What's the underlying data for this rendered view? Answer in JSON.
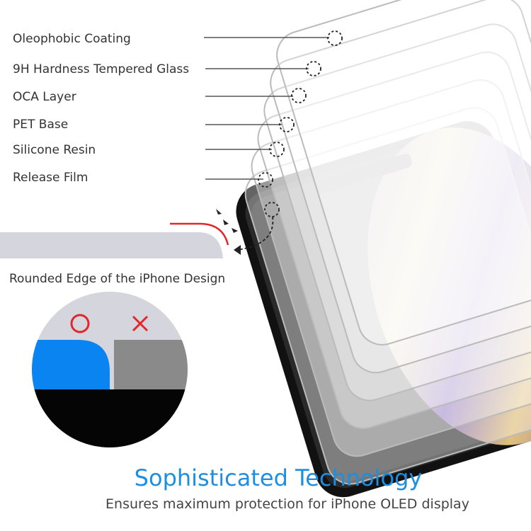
{
  "layers": [
    {
      "label": "Oleophobic Coating"
    },
    {
      "label": "9H Hardness Tempered Glass"
    },
    {
      "label": "OCA Layer"
    },
    {
      "label": "PET Base"
    },
    {
      "label": "Silicone Resin"
    },
    {
      "label": "Release Film"
    }
  ],
  "edge_caption": "Rounded Edge of the iPhone Design",
  "comparison": {
    "good_mark": "circle-icon",
    "bad_mark": "x-icon"
  },
  "colors": {
    "accent": "#1e8fe0",
    "good": "#e3262b",
    "blue_fit": "#0a84f0",
    "gray_fit": "#8a8a8a"
  },
  "title": "Sophisticated Technology",
  "subtitle": "Ensures maximum protection for iPhone OLED display"
}
